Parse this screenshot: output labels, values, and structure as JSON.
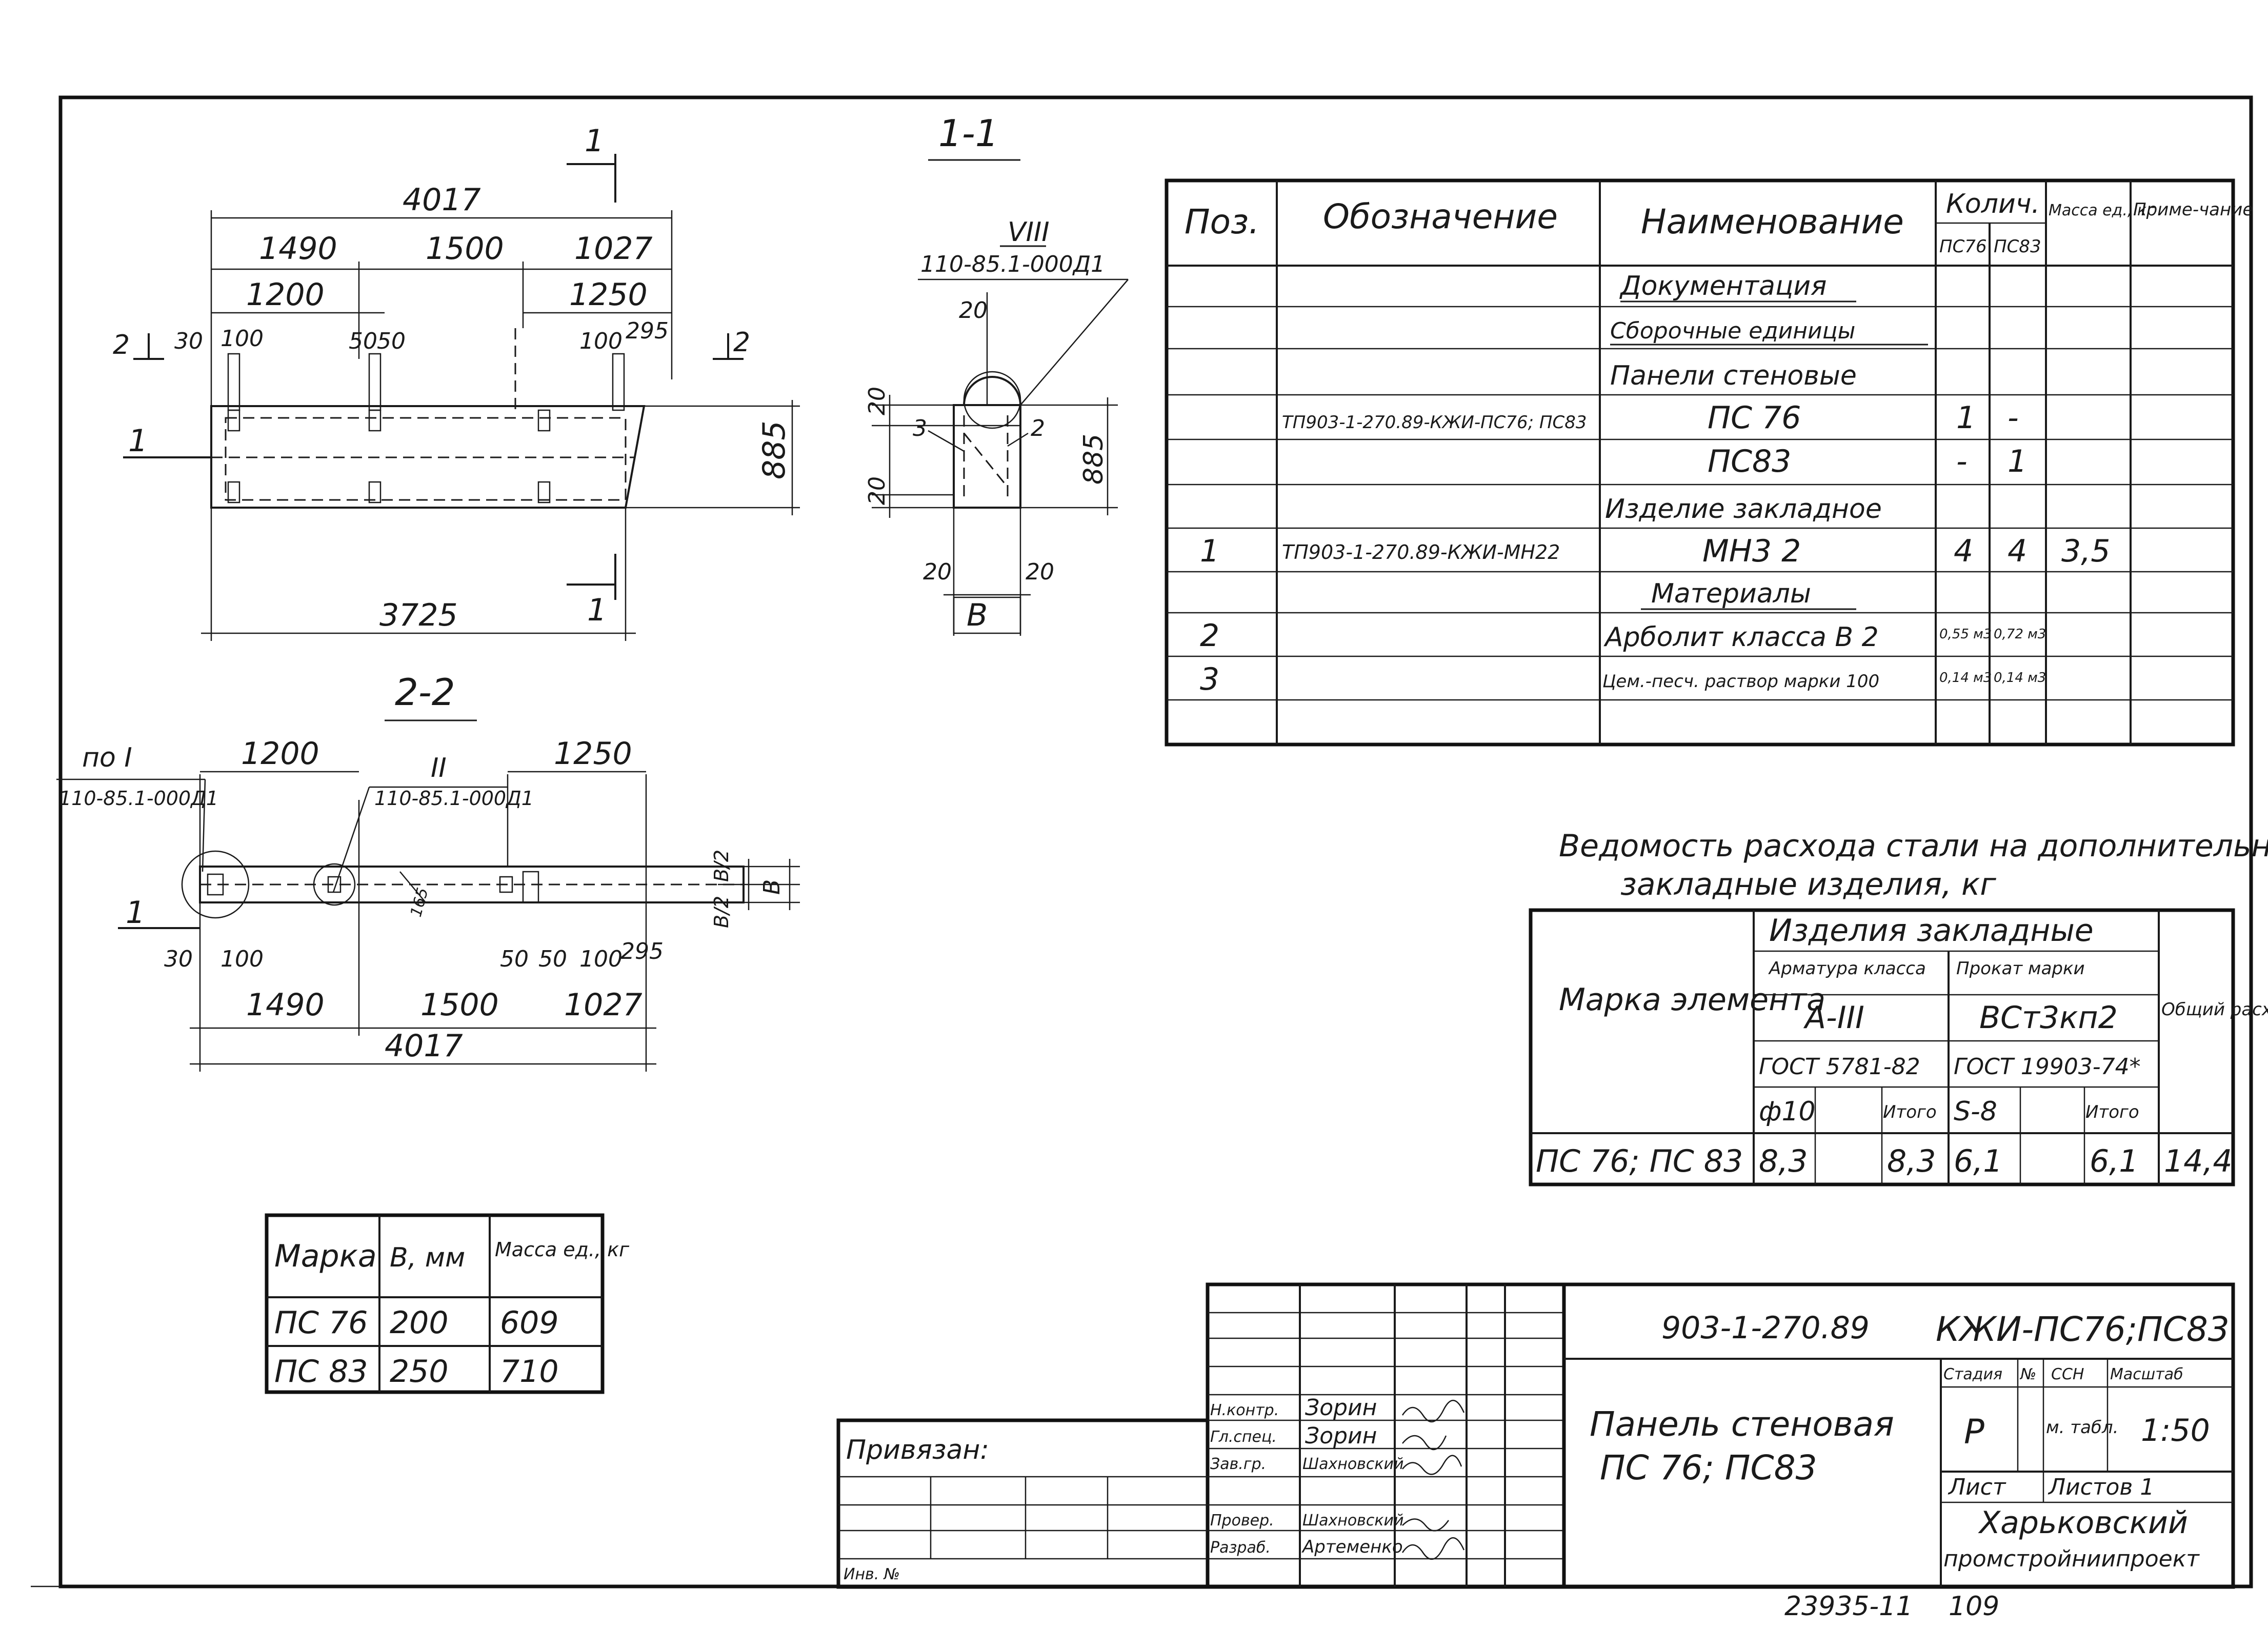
{
  "drawing": {
    "elevation": {
      "top_total": "4017",
      "top_segments": [
        "1490",
        "1500",
        "1027"
      ],
      "mid_segments": [
        "1200",
        "1250"
      ],
      "small_dims": [
        "30",
        "100",
        "50",
        "50",
        "100",
        "295"
      ],
      "cut_mark_2": "2",
      "cut_mark_1": "1",
      "height": "885",
      "bottom_total": "3725"
    },
    "section_1_1": {
      "title": "1-1",
      "ref_node": "VIII",
      "ref_doc": "110-85.1-000Д1",
      "dims": [
        "20",
        "20",
        "20",
        "20",
        "20"
      ],
      "callouts": [
        "3",
        "2"
      ],
      "height": "885",
      "width_label": "B"
    },
    "section_2_2": {
      "title": "2-2",
      "ref_left_label": "по I",
      "ref_left_doc": "110-85.1-000Д1",
      "ref_mid_label": "II",
      "ref_mid_doc": "110-85.1-000Д1",
      "top_segments": [
        "1200",
        "1250"
      ],
      "small_dims": [
        "30",
        "100",
        "50",
        "50",
        "100",
        "295"
      ],
      "bottom_segments": [
        "1490",
        "1500",
        "1027"
      ],
      "bottom_total": "4017",
      "inner_dim": "165",
      "right_dims": [
        "B/2",
        "B/2",
        "B"
      ],
      "cut_mark": "1"
    }
  },
  "spec_table": {
    "headers": {
      "pos": "Поз.",
      "designation": "Обозначение",
      "name": "Наименование",
      "qty": "Колич.",
      "qty_cols": [
        "ПС76",
        "ПС83"
      ],
      "mass": "Масса ед., кг",
      "note": "Приме-чание"
    },
    "rows": [
      {
        "pos": "",
        "designation": "",
        "name": "Документация",
        "q1": "",
        "q2": "",
        "mass": "",
        "note": ""
      },
      {
        "pos": "",
        "designation": "",
        "name": "Сборочные единицы",
        "q1": "",
        "q2": "",
        "mass": "",
        "note": ""
      },
      {
        "pos": "",
        "designation": "",
        "name": "Панели стеновые",
        "q1": "",
        "q2": "",
        "mass": "",
        "note": ""
      },
      {
        "pos": "",
        "designation": "ТП903-1-270.89-КЖИ-ПС76; ПС83",
        "name": "ПС 76",
        "q1": "1",
        "q2": "-",
        "mass": "",
        "note": ""
      },
      {
        "pos": "",
        "designation": "",
        "name": "ПС83",
        "q1": "-",
        "q2": "1",
        "mass": "",
        "note": ""
      },
      {
        "pos": "",
        "designation": "",
        "name": "Изделие закладное",
        "q1": "",
        "q2": "",
        "mass": "",
        "note": ""
      },
      {
        "pos": "1",
        "designation": "ТП903-1-270.89-КЖИ-МН22",
        "name": "МН3 2",
        "q1": "4",
        "q2": "4",
        "mass": "3,5",
        "note": ""
      },
      {
        "pos": "",
        "designation": "",
        "name": "Материалы",
        "q1": "",
        "q2": "",
        "mass": "",
        "note": ""
      },
      {
        "pos": "2",
        "designation": "",
        "name": "Арболит класса В 2",
        "q1": "0,55 м3",
        "q2": "0,72 м3",
        "mass": "",
        "note": ""
      },
      {
        "pos": "3",
        "designation": "",
        "name": "Цем.-песч. раствор марки 100",
        "q1": "0,14 м3",
        "q2": "0,14 м3",
        "mass": "",
        "note": ""
      },
      {
        "pos": "",
        "designation": "",
        "name": "",
        "q1": "",
        "q2": "",
        "mass": "",
        "note": ""
      }
    ]
  },
  "steel_table": {
    "title_line1": "Ведомость расхода стали на дополнительные",
    "title_line2": "закладные изделия, кг",
    "header_mark": "Марка элемента",
    "header_group": "Изделия закладные",
    "header_rebar": "Арматура класса",
    "header_profile": "Прокат марки",
    "rebar_class": "А-III",
    "profile_grade": "ВСт3кп2",
    "rebar_gost": "ГОСТ 5781-82",
    "profile_gost": "ГОСТ 19903-74*",
    "header_total": "Общий расход",
    "sub_cols": [
      "ф10",
      "",
      "Итого",
      "S-8",
      "",
      "Итого"
    ],
    "row": {
      "mark": "ПС 76; ПС 83",
      "values": [
        "8,3",
        "",
        "8,3",
        "6,1",
        "",
        "6,1"
      ],
      "total": "14,4"
    }
  },
  "mass_table": {
    "headers": [
      "Марка",
      "B, мм",
      "Масса ед., кг"
    ],
    "rows": [
      [
        "ПС 76",
        "200",
        "609"
      ],
      [
        "ПС 83",
        "250",
        "710"
      ]
    ]
  },
  "title_block": {
    "code": "903-1-270.89",
    "sheet_code": "КЖИ-ПС76;ПС83",
    "title_line1": "Панель стеновая",
    "title_line2": "ПС 76; ПС83",
    "stage_label": "Стадия",
    "sheet_no_label": "№",
    "ssn_label": "ССН",
    "scale_label": "Масштаб",
    "stage": "Р",
    "mtabl": "м. табл.",
    "scale": "1:50",
    "sheet_label": "Лист",
    "sheets_label": "Листов 1",
    "org_line1": "Харьковский",
    "org_line2": "промстройниипроект",
    "privyazan": "Привязан:",
    "inv": "Инв. №",
    "roles": [
      {
        "role": "Н.контр.",
        "name": "Зорин"
      },
      {
        "role": "Гл.спец.",
        "name": "Зорин"
      },
      {
        "role": "Зав.гр.",
        "name": "Шахновский"
      },
      {
        "role": "",
        "name": ""
      },
      {
        "role": "Провер.",
        "name": "Шахновский"
      },
      {
        "role": "Разраб.",
        "name": "Артеменко"
      }
    ],
    "footer_code": "23935-11",
    "footer_page": "109"
  }
}
